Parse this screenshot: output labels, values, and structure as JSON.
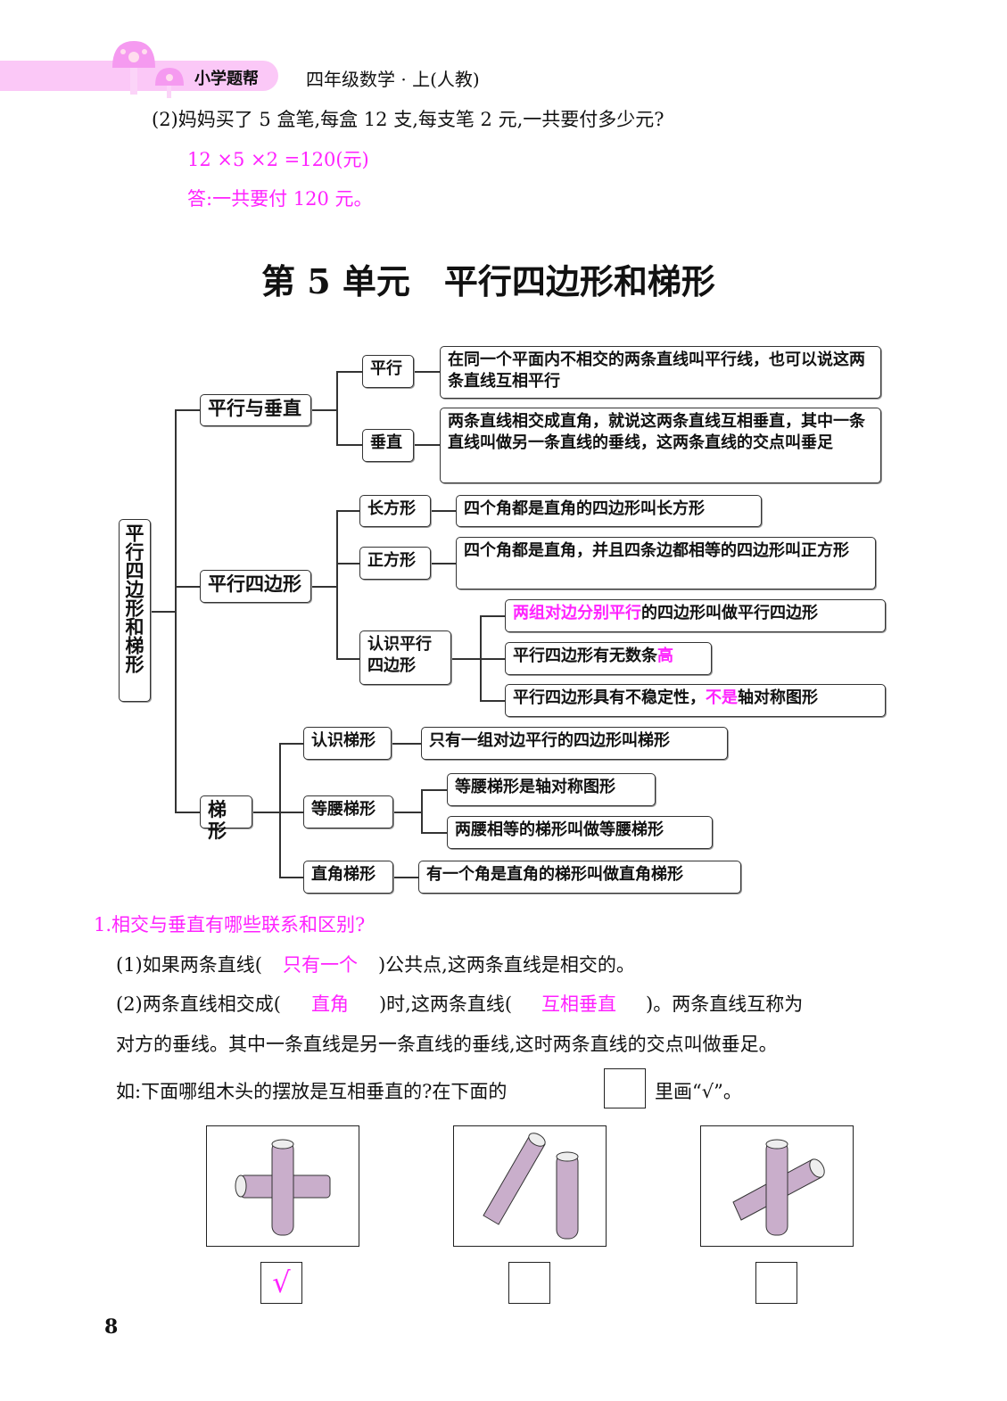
{
  "header": {
    "brand": "小学题帮",
    "subtitle": "四年级数学 · 上(人教)"
  },
  "prev_question": {
    "text": "(2)妈妈买了 5 盒笔,每盒 12 支,每支笔 2 元,一共要付多少元?",
    "formula": "12 ×5 ×2 =120(元)",
    "answer": "答:一共要付 120 元。"
  },
  "unit_title": "第 5 单元　平行四边形和梯形",
  "mindmap": {
    "root": "平行四边形和梯形",
    "parallel_perp": {
      "label": "平行与垂直",
      "parallel": {
        "label": "平行",
        "def": "在同一个平面内不相交的两条直线叫平行线，也可以说这两条直线互相平行"
      },
      "perp": {
        "label": "垂直",
        "def": "两条直线相交成直角，就说这两条直线互相垂直，其中一条直线叫做另一条直线的垂线，这两条直线的交点叫垂足"
      }
    },
    "parallelogram": {
      "label": "平行四边形",
      "rect": {
        "label": "长方形",
        "def": "四个角都是直角的四边形叫长方形"
      },
      "square": {
        "label": "正方形",
        "def": "四个角都是直角，并且四条边都相等的四边形叫正方形"
      },
      "know": {
        "label": "认识平行四边形",
        "d1_hl": "两组对边分别平行",
        "d1_rest": "的四边形叫做平行四边形",
        "d2_rest": "平行四边形有无数条",
        "d2_hl": "高",
        "d3_a": "平行四边形具有不稳定性，",
        "d3_hl": "不是",
        "d3_b": "轴对称图形"
      }
    },
    "trapezoid": {
      "label": "梯形",
      "know": {
        "label": "认识梯形",
        "def": "只有一组对边平行的四边形叫梯形"
      },
      "isosceles": {
        "label": "等腰梯形",
        "def1": "等腰梯形是轴对称图形",
        "def2": "两腰相等的梯形叫做等腰梯形"
      },
      "right": {
        "label": "直角梯形",
        "def": "有一个角是直角的梯形叫做直角梯形"
      }
    }
  },
  "q1": {
    "title": "1.相交与垂直有哪些联系和区别?",
    "p1_a": "(1)如果两条直线(",
    "p1_ans": "只有一个",
    "p1_b": ")公共点,这两条直线是相交的。",
    "p2_a": "(2)两条直线相交成(",
    "p2_ans1": "直角",
    "p2_b": ")时,这两条直线(",
    "p2_ans2": "互相垂直",
    "p2_c": ")。两条直线互称为",
    "p3": "对方的垂线。其中一条直线是另一条直线的垂线,这时两条直线的交点叫做垂足。",
    "p4_a": "如:下面哪组木头的摆放是互相垂直的?在下面的",
    "p4_b": "里画“√”。",
    "checks": [
      "√",
      "",
      ""
    ]
  },
  "page_number": "8",
  "colors": {
    "accent": "#ff22ff",
    "band": "#fbc8f7",
    "wood": "#c9aecb"
  }
}
